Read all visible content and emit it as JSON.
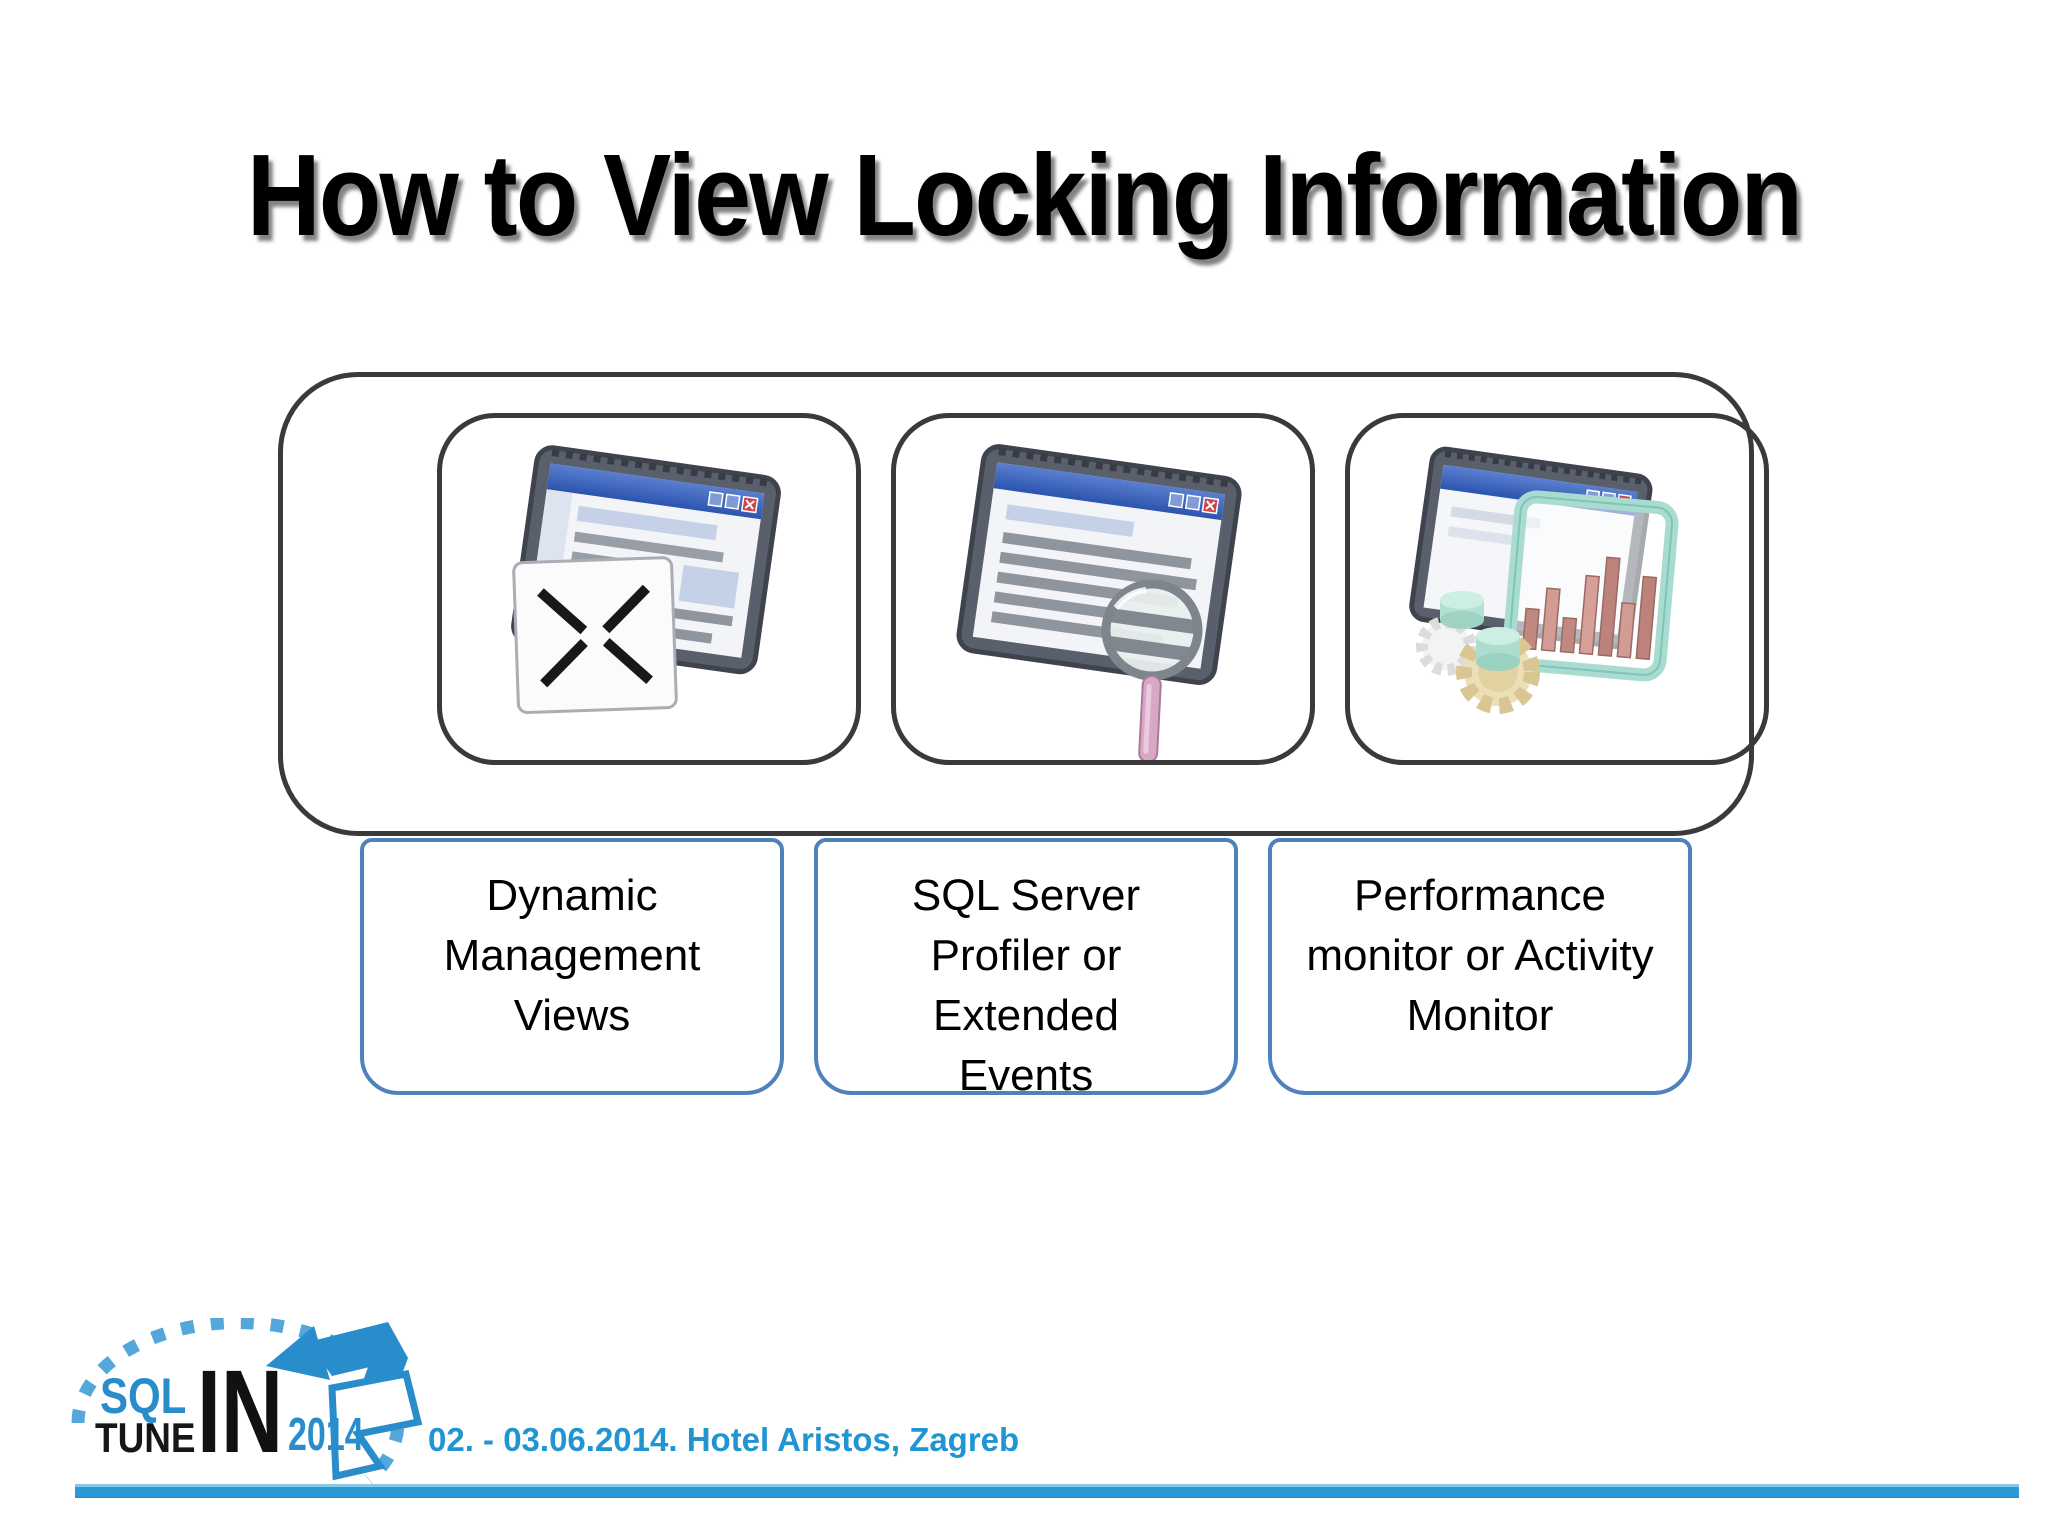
{
  "slide": {
    "title": "How to View Locking Information",
    "items": [
      {
        "icon": "window-grid-icon",
        "label": "Dynamic\nManagement\nViews"
      },
      {
        "icon": "window-magnifier-icon",
        "label": "SQL Server\nProfiler or\nExtended\nEvents"
      },
      {
        "icon": "window-chart-gears-icon",
        "label": "Performance\nmonitor or Activity\nMonitor"
      }
    ]
  },
  "footer": {
    "logo": {
      "sql": "SQL",
      "tune": "TUNE",
      "in": "IN",
      "year": "2014"
    },
    "event_info": "02. - 03.06.2014. Hotel Aristos, Zagreb"
  },
  "colors": {
    "container_border": "#3a3a3a",
    "label_box_border": "#4f81bd",
    "window_titlebar_blue": "#2f5ab4",
    "logo_blue": "#2a8dcb",
    "footer_text_blue": "#2095d2",
    "footer_rule_blue": "#2b99d6"
  }
}
